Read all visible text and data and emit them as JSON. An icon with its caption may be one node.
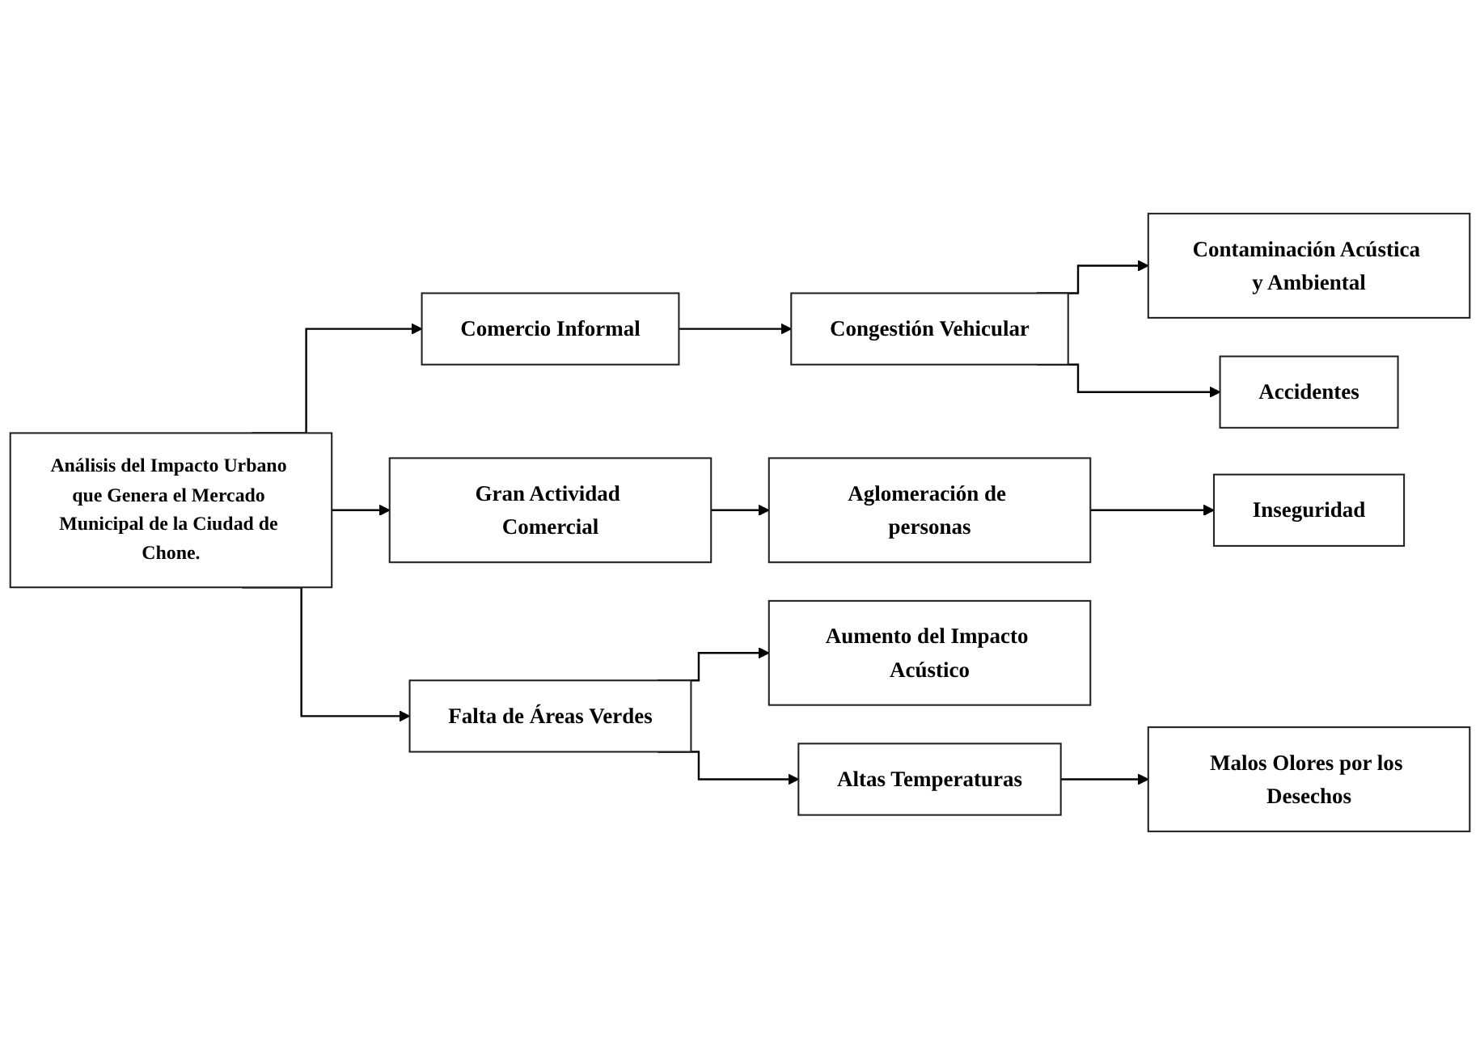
{
  "diagram": {
    "nodes": [
      {
        "text": [
          "Análisis del Impacto Urbano que Genera el Mercado Municipal de la Ciudad de Chone."
        ]
      },
      {
        "text": [
          "Comercio Informal"
        ]
      },
      {
        "text": [
          "Congestión Vehicular"
        ]
      },
      {
        "text": [
          "Contaminación Acústica y Ambiental"
        ]
      },
      {
        "text": [
          "Accidentes"
        ]
      },
      {
        "text": [
          "Gran Actividad Comercial"
        ]
      },
      {
        "text": [
          "Aglomeración de personas"
        ]
      },
      {
        "text": [
          "Inseguridad"
        ]
      },
      {
        "text": [
          "Falta de Áreas Verdes"
        ]
      },
      {
        "text": [
          "Aumento del Impacto Acústico"
        ]
      },
      {
        "text": [
          "Altas Temperaturas"
        ]
      },
      {
        "text": [
          "Malos Olores por los Desechos"
        ]
      }
    ],
    "edges": [
      {
        "from": 0,
        "to": 1,
        "arrow": "to"
      },
      {
        "from": 0,
        "to": 5,
        "arrow": "to"
      },
      {
        "from": 0,
        "to": 8,
        "arrow": "to"
      },
      {
        "from": 1,
        "to": 2,
        "arrow": "to"
      },
      {
        "from": 2,
        "to": 3,
        "arrow": "to"
      },
      {
        "from": 2,
        "to": 4,
        "arrow": "to"
      },
      {
        "from": 5,
        "to": 6,
        "arrow": "to"
      },
      {
        "from": 6,
        "to": 7,
        "arrow": "to"
      },
      {
        "from": 8,
        "to": 9,
        "arrow": "to"
      },
      {
        "from": 8,
        "to": 10,
        "arrow": "to"
      },
      {
        "from": 10,
        "to": 11,
        "arrow": "to"
      }
    ]
  }
}
